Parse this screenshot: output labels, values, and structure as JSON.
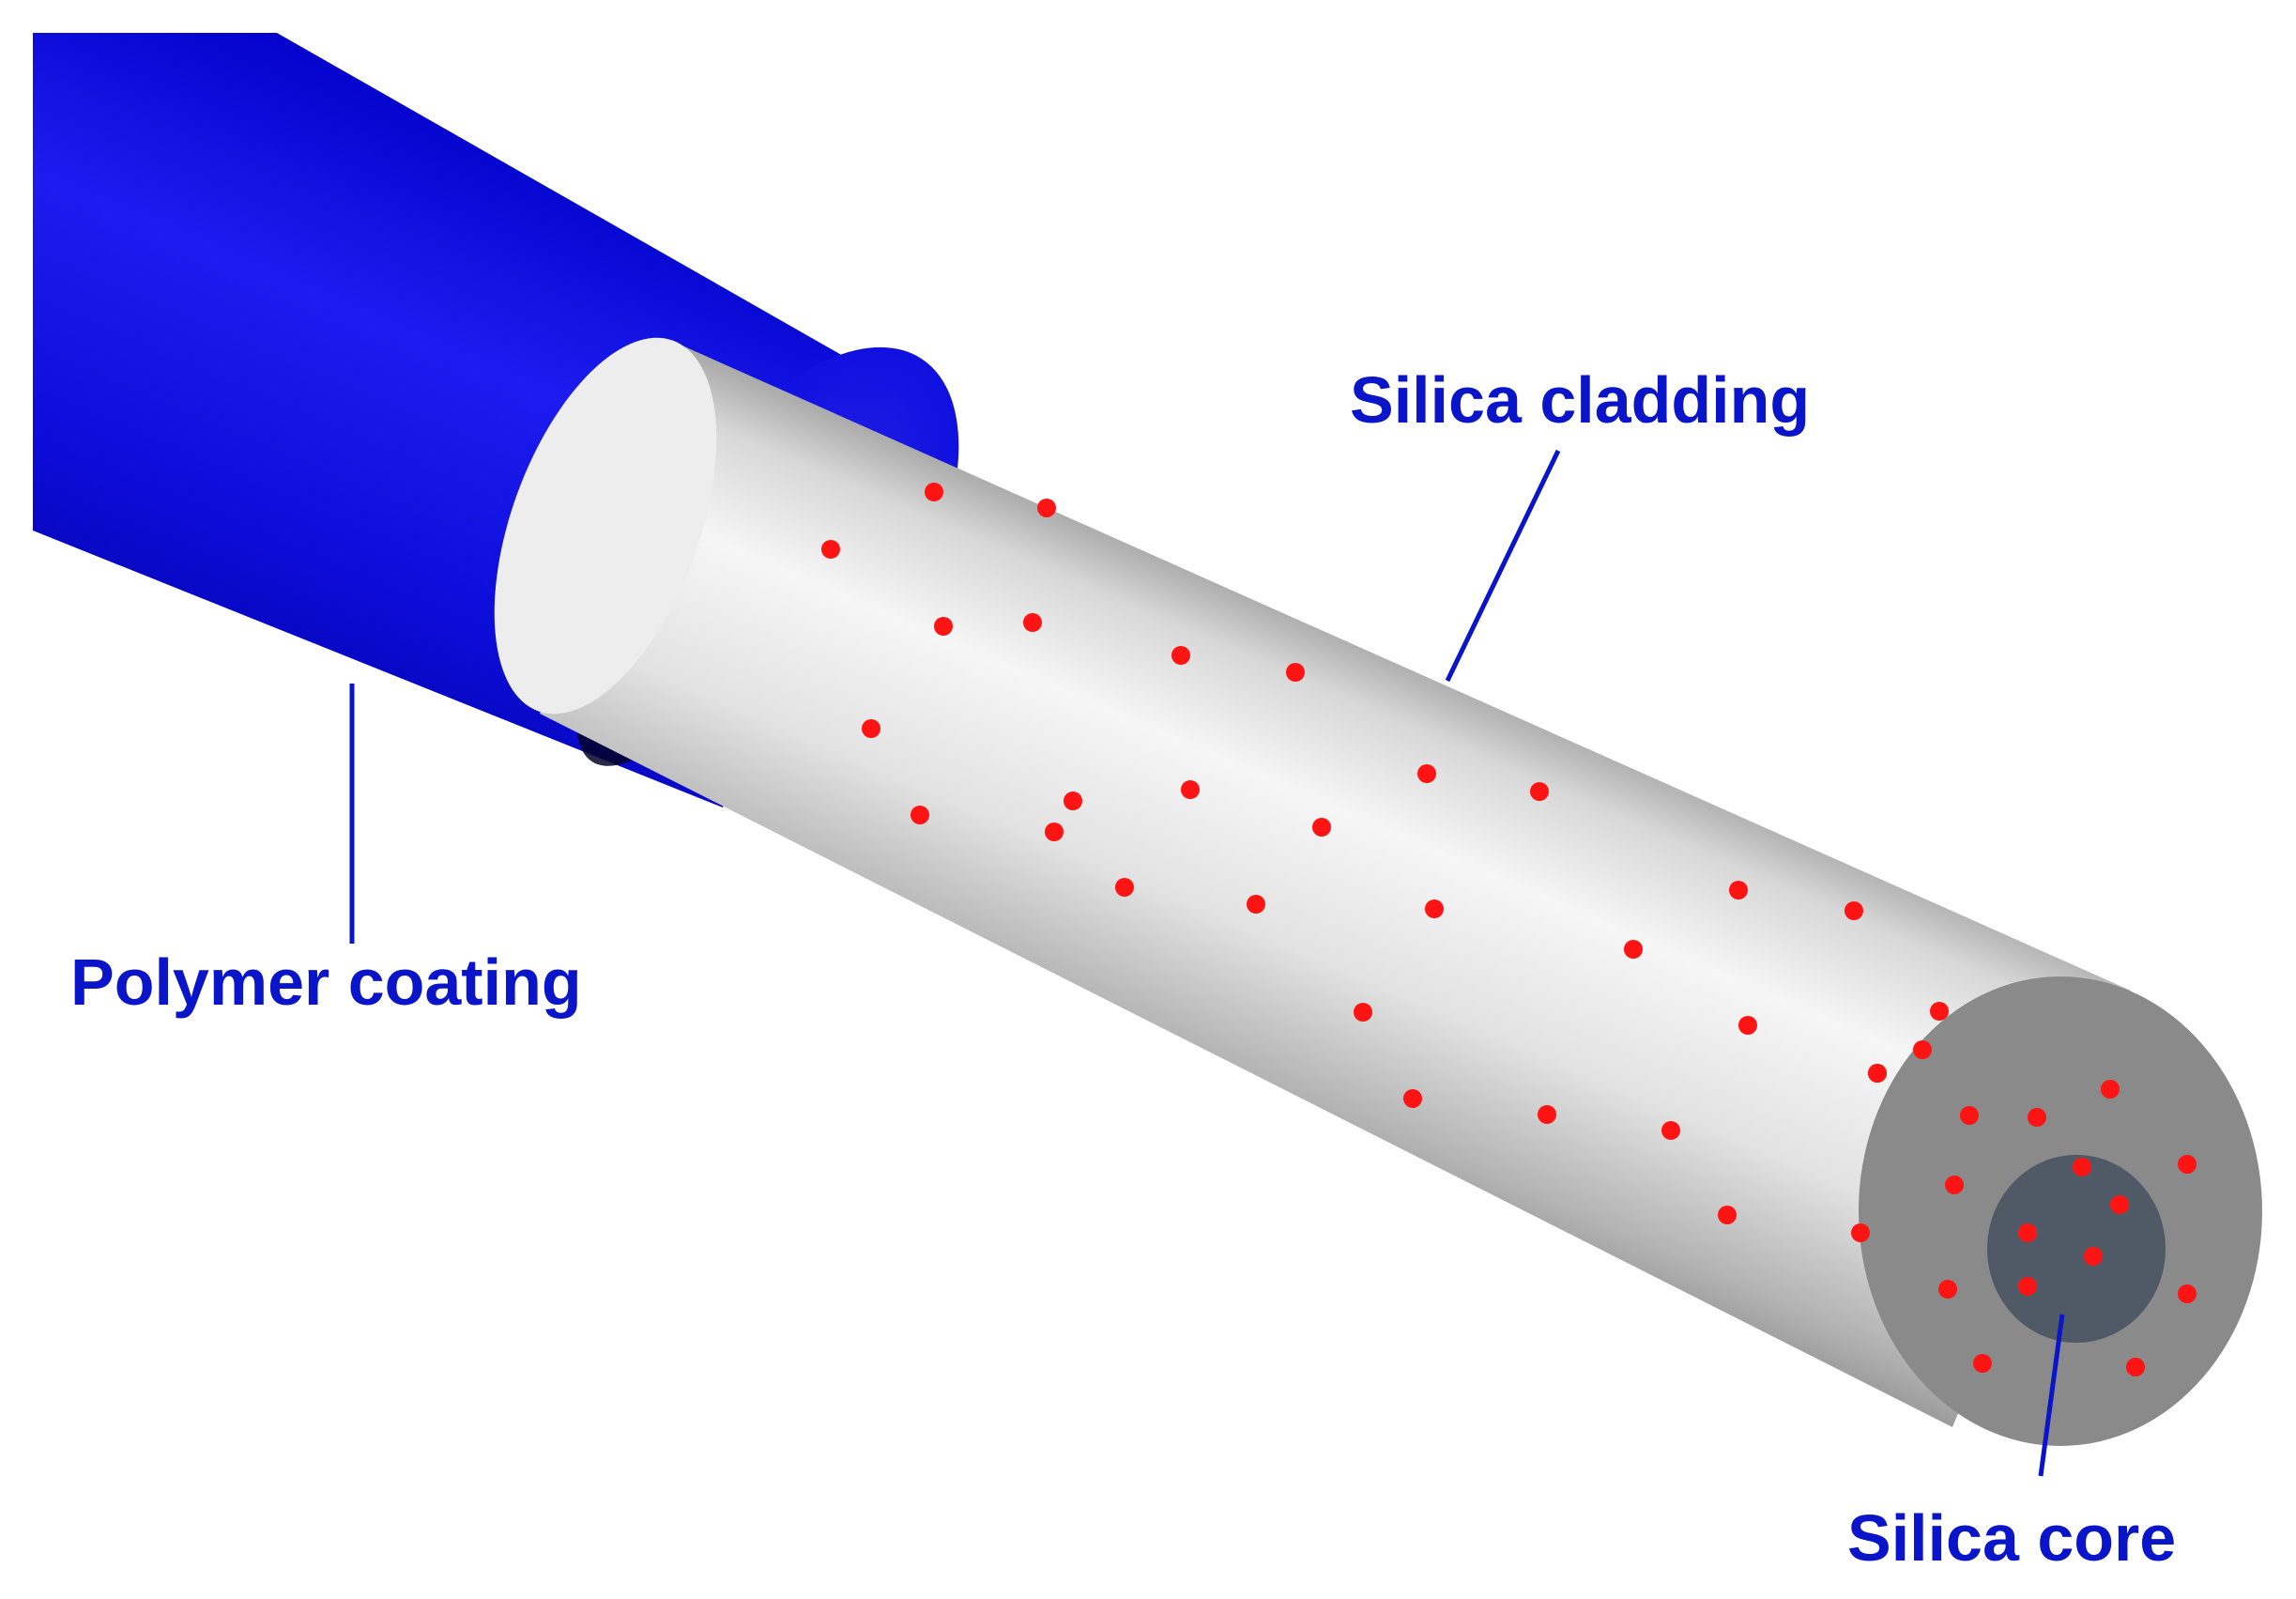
{
  "labels": {
    "coating": "Polymer coating",
    "cladding": "Silica cladding",
    "core": "Silica core"
  },
  "colors": {
    "coating": "#1010e8",
    "coating_dark": "#0000a0",
    "cladding_light": "#f4f4f4",
    "cladding_dark": "#8c8c8c",
    "cladding_end": "#8a8a8a",
    "core_end": "#505a66",
    "dots": "#ff1414",
    "label_text": "#0a14c8",
    "leader_lines": "#0a14c8"
  },
  "icons": {
    "dots": "red-dot"
  }
}
